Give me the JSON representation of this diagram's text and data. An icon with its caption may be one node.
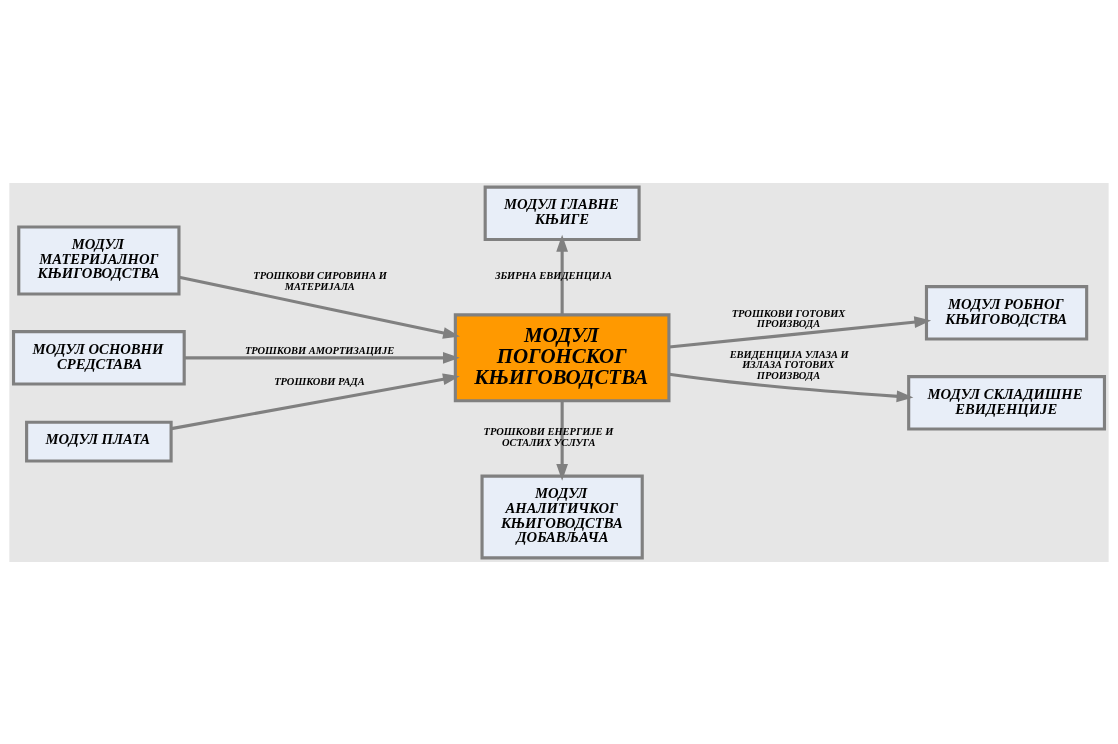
{
  "diagram": {
    "nodes": [
      {
        "text": [
          "МОДУЛ ГЛАВНЕ КЊИГЕ"
        ]
      },
      {
        "text": [
          "МОДУЛ МАТЕРИЈАЛНОГ КЊИГОВОДСТВА"
        ]
      },
      {
        "text": [
          "МОДУЛ ОСНОВНИ СРЕДСТАВА"
        ]
      },
      {
        "text": [
          "МОДУЛ ПЛАТА"
        ]
      },
      {
        "text": [
          "МОДУЛ ПОГОНСКОГ КЊИГОВОДСТВА"
        ]
      },
      {
        "text": [
          "МОДУЛ РОБНОГ КЊИГОВОДСТВА"
        ]
      },
      {
        "text": [
          "МОДУЛ СКЛАДИШНЕ ЕВИДЕНЦИЈЕ"
        ]
      },
      {
        "text": [
          "МОДУЛ АНАЛИТИЧКОГ КЊИГОВОДСТВА ДОБАВЉАЧА"
        ]
      }
    ],
    "edges": [
      {
        "from": 1,
        "to": 4,
        "arrow": "to",
        "label": "ТРОШКОВИ СИРОВИНА И МАТЕРИЈАЛА"
      },
      {
        "from": 2,
        "to": 4,
        "arrow": "to",
        "label": "ТРОШКОВИ АМОРТИЗАЦИЈЕ"
      },
      {
        "from": 3,
        "to": 4,
        "arrow": "to",
        "label": "ТРОШКОВИ РАДА"
      },
      {
        "from": 4,
        "to": 0,
        "arrow": "to",
        "label": "ЗБИРНА ЕВИДЕНЦИЈА"
      },
      {
        "from": 4,
        "to": 5,
        "arrow": "to",
        "label": "ТРОШКОВИ ГОТОВИХ ПРОИЗВОДА"
      },
      {
        "from": 4,
        "to": 6,
        "arrow": "to",
        "label": "ЕВИДЕНЦИЈА УЛАЗА И ИЗЛАЗА ГОТОВИХ ПРОИЗВОДА"
      },
      {
        "from": 4,
        "to": 7,
        "arrow": "to",
        "label": "ТРОШКОВИ ЕНЕРГИЈЕ И ОСТАЛИХ УСЛУГА"
      }
    ]
  }
}
